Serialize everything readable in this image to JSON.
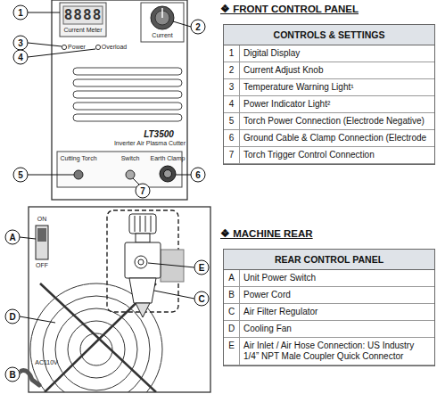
{
  "diagram": {
    "nodes": [
      {
        "text": [
          "CONTROLS & SETTINGS"
        ]
      },
      {
        "text": [
          "REAR CONTROL PANEL"
        ]
      }
    ],
    "labels": [
      "8888",
      "Current Meter",
      "Current",
      "Power",
      "Overload",
      "LT3500",
      "Inverter Air Plasma Cutter",
      "Cutting Torch",
      "Switch",
      "Earth Clamp",
      "1",
      "2",
      "3",
      "4",
      "5",
      "6",
      "7",
      "❖ FRONT CONTROL PANEL",
      "1",
      "Digital Display",
      "2",
      "Current Adjust Knob",
      "3",
      "Temperature Warning Light¹",
      "4",
      "Power Indicator Light²",
      "5",
      "Torch Power Connection (Electrode Negative)",
      "6",
      "Ground Cable & Clamp Connection (Electrode",
      "7",
      "Torch Trigger Control Connection",
      "ON",
      "OFF",
      "AC110V",
      "A",
      "B",
      "C",
      "D",
      "E",
      "❖ MACHINE REAR",
      "A",
      "Unit Power Switch",
      "B",
      "Power Cord",
      "C",
      "Air Filter Regulator",
      "D",
      "Cooling Fan",
      "E",
      "Air Inlet / Air Hose Connection: US Industry 1/4” NPT Male Coupler Quick Connector"
    ]
  }
}
